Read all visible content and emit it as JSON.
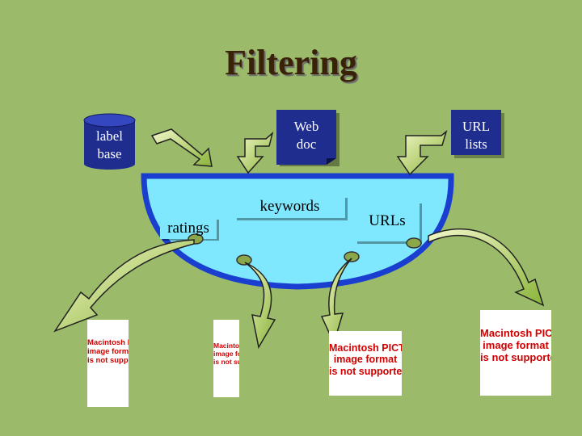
{
  "title": "Filtering",
  "nodes": {
    "label_base": {
      "line1": "label",
      "line2": "base"
    },
    "web_doc": {
      "line1": "Web",
      "line2": "doc"
    },
    "url_lists": {
      "line1": "URL",
      "line2": "lists"
    },
    "keywords": "keywords",
    "ratings": "ratings",
    "urls": "URLs"
  },
  "placeholder": {
    "line1": "Macintosh PICT",
    "line2": "image format",
    "line3": "is not supported"
  },
  "colors": {
    "background": "#9bbb6b",
    "bowl": "#7fe8ff",
    "bowl_rim": "#1a3ecf",
    "node_fill": "#1f2d8f",
    "arrow_fill": "#d9ec7a",
    "placeholder_text": "#d20000"
  }
}
